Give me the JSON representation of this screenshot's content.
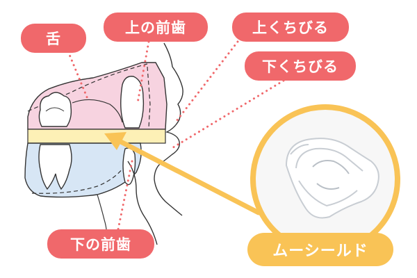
{
  "labels": {
    "tongue": "舌",
    "upper_teeth": "上の前歯",
    "upper_lip": "上くちびる",
    "lower_lip": "下くちびる",
    "lower_teeth": "下の前歯"
  },
  "product": {
    "name": "ムーシールド"
  },
  "colors": {
    "label_red": "#f0686b",
    "product_yellow": "#f9c356",
    "upper_jaw_pink": "#f7d3e0",
    "lower_jaw_blue": "#d7e6f5",
    "mouthpiece_yellow": "#fdf0b6",
    "outline": "#333333"
  }
}
